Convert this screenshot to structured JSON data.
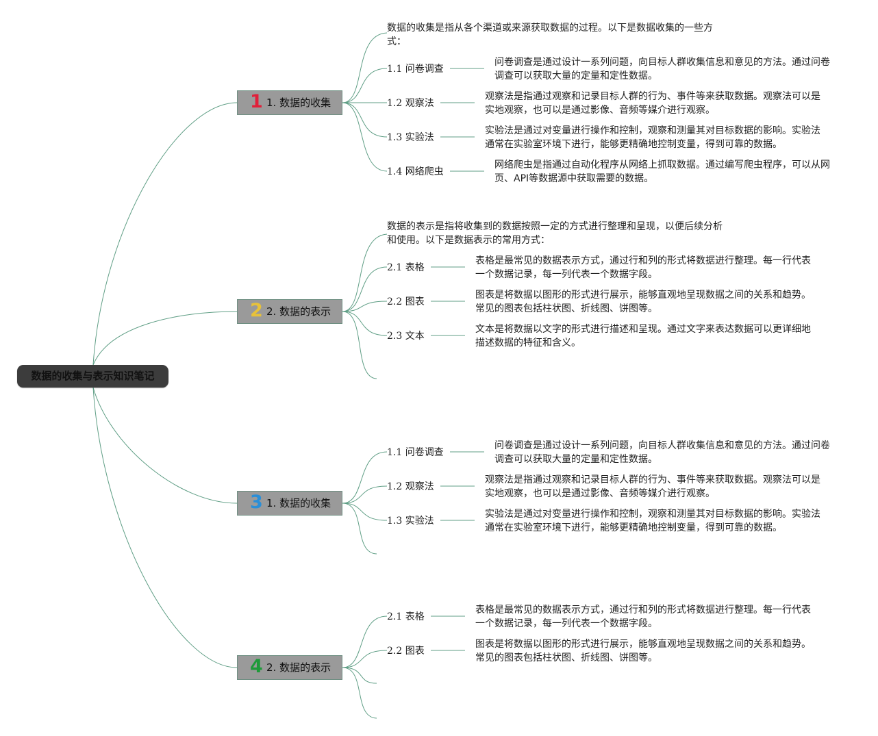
{
  "root": {
    "title": "数据的收集与表示知识笔记"
  },
  "branches": [
    {
      "marker": "1",
      "marker_color": "#e0203a",
      "label": "1. 数据的收集",
      "intro": [
        "数据的收集是指从各个渠道或来源获取数据的过程。以下是数据收集的一些方",
        "式："
      ],
      "items": [
        {
          "label": "1.1 问卷调查",
          "desc": [
            "问卷调查是通过设计一系列问题，向目标人群收集信息和意见的方法。通过问卷",
            "调查可以获取大量的定量和定性数据。"
          ]
        },
        {
          "label": "1.2 观察法",
          "desc": [
            "观察法是指通过观察和记录目标人群的行为、事件等来获取数据。观察法可以是",
            "实地观察，也可以是通过影像、音频等媒介进行观察。"
          ]
        },
        {
          "label": "1.3 实验法",
          "desc": [
            "实验法是通过对变量进行操作和控制，观察和测量其对目标数据的影响。实验法",
            "通常在实验室环境下进行，能够更精确地控制变量，得到可靠的数据。"
          ]
        },
        {
          "label": "1.4 网络爬虫",
          "desc": [
            "网络爬虫是指通过自动化程序从网络上抓取数据。通过编写爬虫程序，可以从网",
            "页、API等数据源中获取需要的数据。"
          ]
        }
      ]
    },
    {
      "marker": "2",
      "marker_color": "#e8c23a",
      "label": "2. 数据的表示",
      "intro": [
        "数据的表示是指将收集到的数据按照一定的方式进行整理和呈现，以便后续分析",
        "和使用。以下是数据表示的常用方式："
      ],
      "items": [
        {
          "label": "2.1 表格",
          "desc": [
            "表格是最常见的数据表示方式，通过行和列的形式将数据进行整理。每一行代表",
            "一个数据记录，每一列代表一个数据字段。"
          ]
        },
        {
          "label": "2.2 图表",
          "desc": [
            "图表是将数据以图形的形式进行展示，能够直观地呈现数据之间的关系和趋势。",
            "常见的图表包括柱状图、折线图、饼图等。"
          ]
        },
        {
          "label": "2.3 文本",
          "desc": [
            "文本是将数据以文字的形式进行描述和呈现。通过文字来表达数据可以更详细地",
            "描述数据的特征和含义。"
          ]
        }
      ]
    },
    {
      "marker": "3",
      "marker_color": "#2a8fd8",
      "label": "1. 数据的收集",
      "intro": [],
      "items": [
        {
          "label": "1.1 问卷调查",
          "desc": [
            "问卷调查是通过设计一系列问题，向目标人群收集信息和意见的方法。通过问卷",
            "调查可以获取大量的定量和定性数据。"
          ]
        },
        {
          "label": "1.2 观察法",
          "desc": [
            "观察法是指通过观察和记录目标人群的行为、事件等来获取数据。观察法可以是",
            "实地观察，也可以是通过影像、音频等媒介进行观察。"
          ]
        },
        {
          "label": "1.3 实验法",
          "desc": [
            "实验法是通过对变量进行操作和控制，观察和测量其对目标数据的影响。实验法",
            "通常在实验室环境下进行，能够更精确地控制变量，得到可靠的数据。"
          ]
        }
      ]
    },
    {
      "marker": "4",
      "marker_color": "#1f9a3a",
      "label": "2. 数据的表示",
      "intro": [],
      "items": [
        {
          "label": "2.1 表格",
          "desc": [
            "表格是最常见的数据表示方式，通过行和列的形式将数据进行整理。每一行代表",
            "一个数据记录，每一列代表一个数据字段。"
          ]
        },
        {
          "label": "2.2 图表",
          "desc": [
            "图表是将数据以图形的形式进行展示，能够直观地呈现数据之间的关系和趋势。",
            "常见的图表包括柱状图、折线图、饼图等。"
          ]
        }
      ]
    }
  ],
  "colors": {
    "connector": "#5f9e85"
  }
}
